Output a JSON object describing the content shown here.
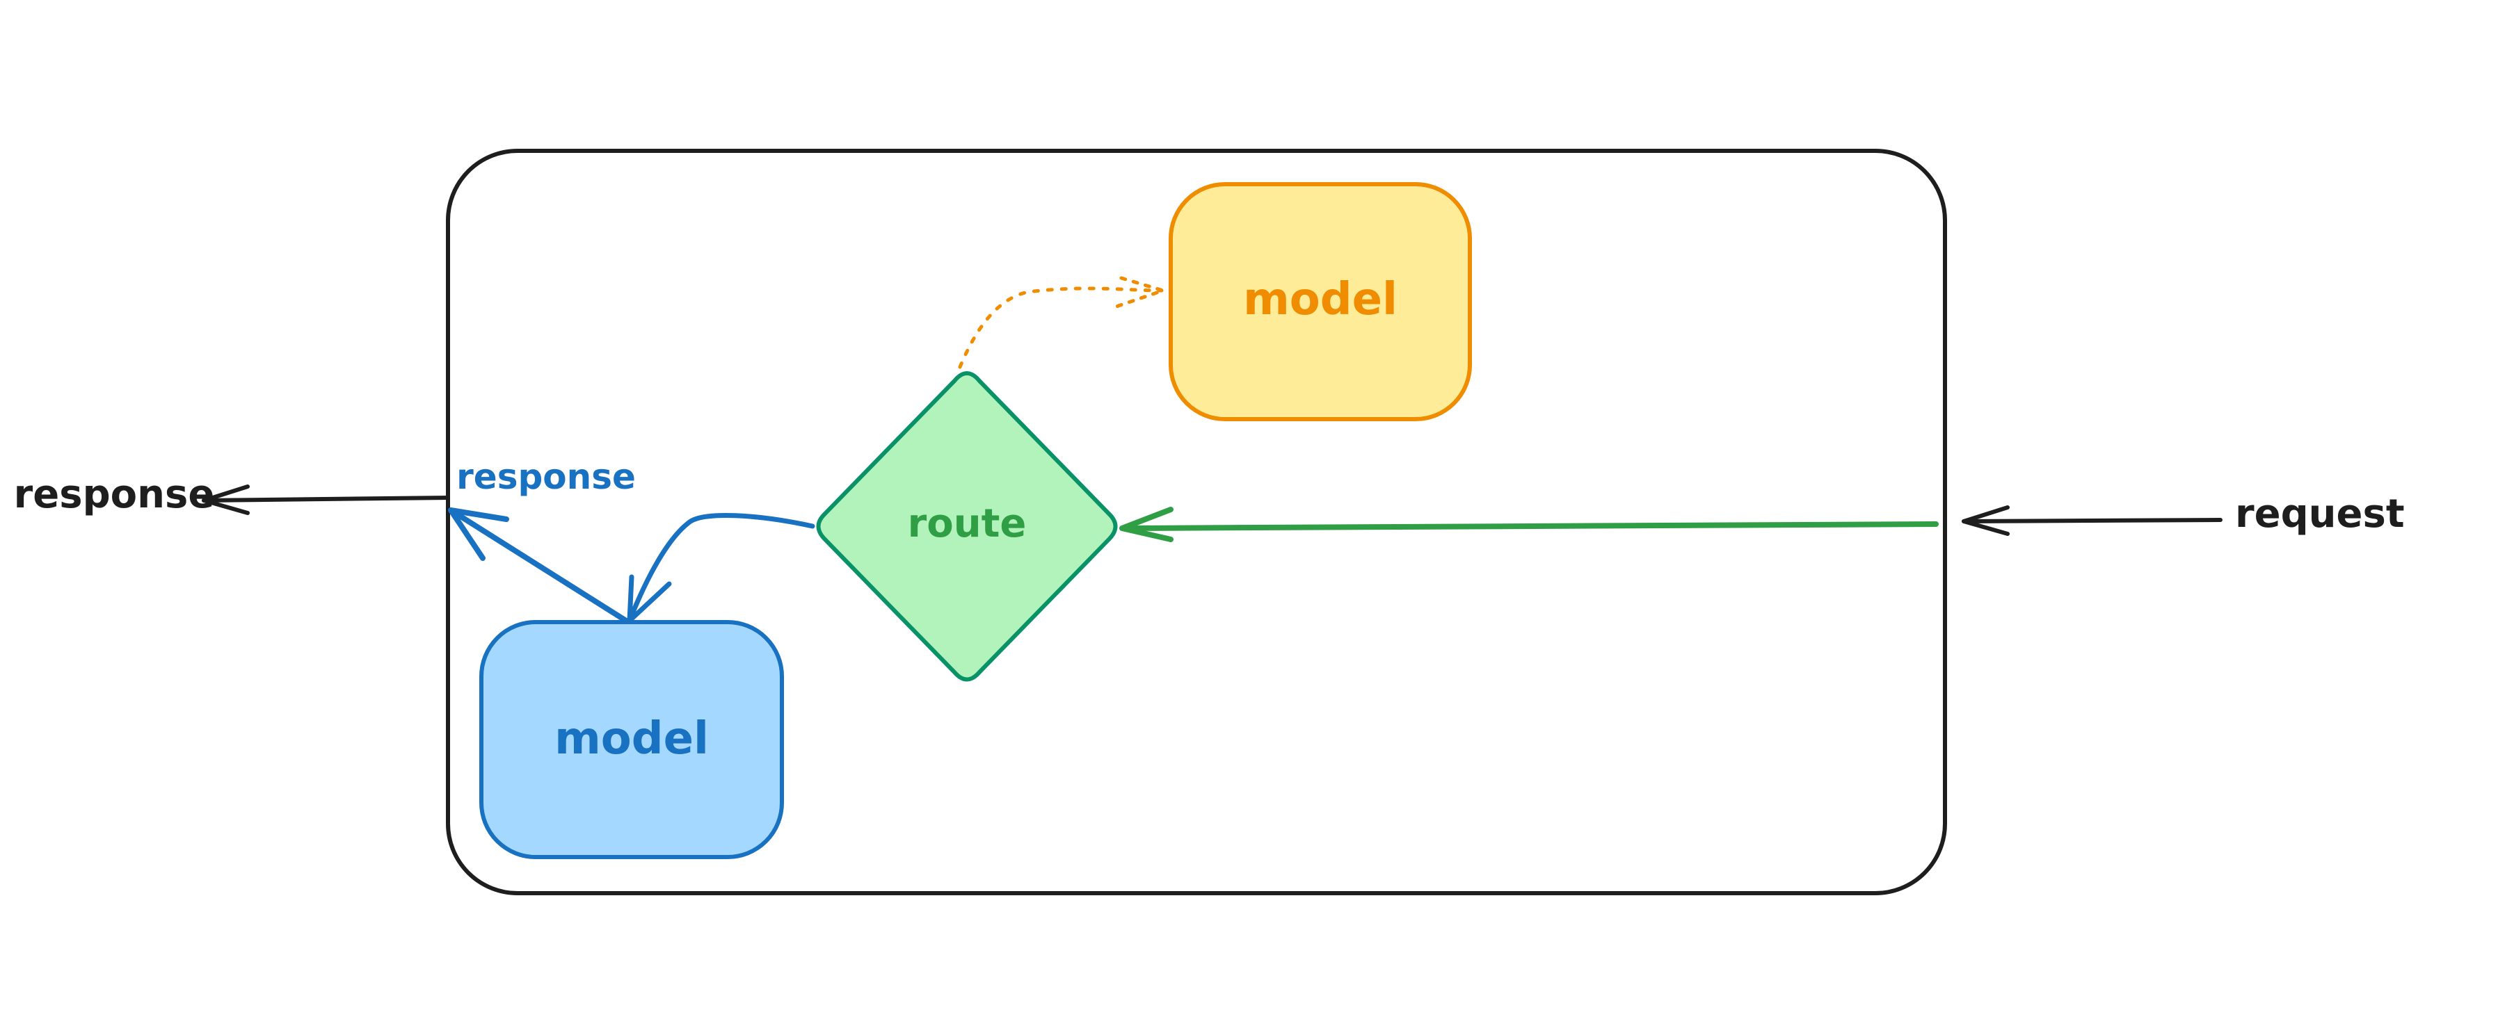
{
  "nodes": {
    "model_top": {
      "label": "model",
      "fill": "#ffec99",
      "stroke": "#f08c00",
      "text_color": "#f08c00"
    },
    "model_bottom": {
      "label": "model",
      "fill": "#a5d8ff",
      "stroke": "#1971c2",
      "text_color": "#1971c2"
    },
    "route": {
      "label": "route",
      "fill": "#b2f2bb",
      "stroke": "#099268",
      "text_color": "#2f9e44"
    }
  },
  "labels": {
    "request": "request",
    "response_out": "response",
    "response_inner": "response"
  },
  "colors": {
    "frame": "#1e1e1e",
    "request_arrow": "#1e1e1e",
    "route_arrow": "#2f9e44",
    "blue_arrow": "#1971c2",
    "dotted_arrow": "#f08c00"
  }
}
